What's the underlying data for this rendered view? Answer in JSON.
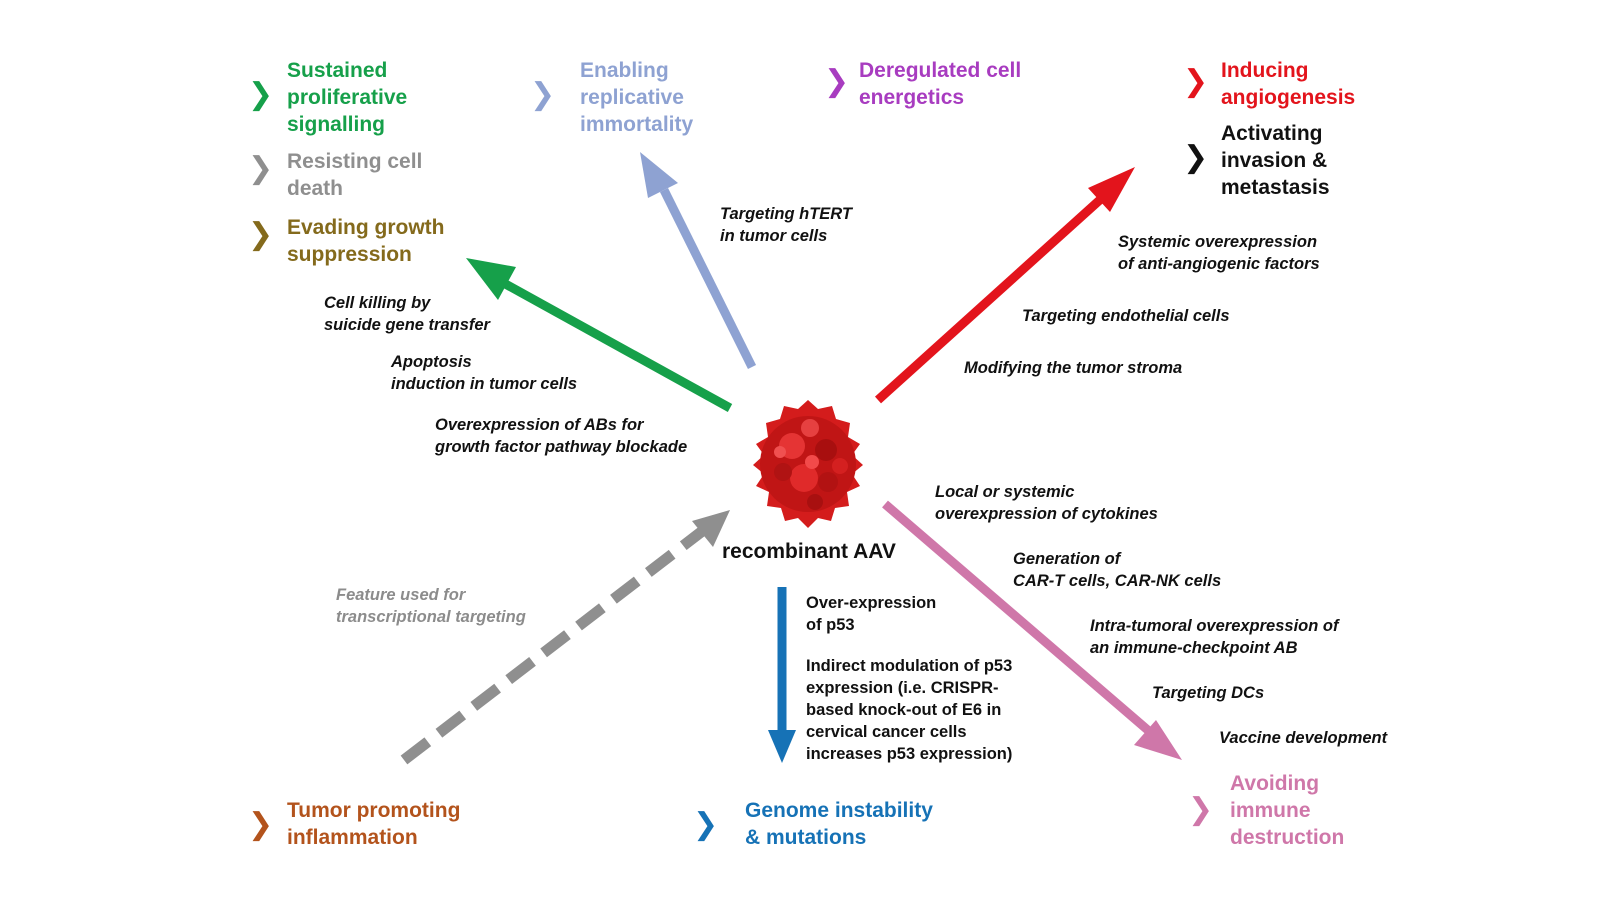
{
  "colors": {
    "green": "#16a04a",
    "grey": "#8f8f8f",
    "olive": "#846a1c",
    "lavender": "#8ea2d2",
    "purple": "#a83cc0",
    "red": "#e3141c",
    "black": "#111111",
    "orange": "#b3531c",
    "blue": "#1672b6",
    "pink": "#cf77a9",
    "virus": "#d41c1c"
  },
  "center": {
    "label": "recombinant AAV",
    "icon": "aav-virus-particle-icon"
  },
  "hallmarks": {
    "sustained": {
      "text": "Sustained\nproliferative\nsignalling",
      "icon": "chevron-right-icon"
    },
    "resisting": {
      "text": "Resisting cell\ndeath",
      "icon": "chevron-right-icon"
    },
    "evading": {
      "text": "Evading growth\nsuppression",
      "icon": "chevron-right-icon"
    },
    "replicative": {
      "text": "Enabling\nreplicative\nimmortality",
      "icon": "chevron-right-icon"
    },
    "energetics": {
      "text": "Deregulated cell\nenergetics",
      "icon": "chevron-right-icon"
    },
    "angiogenesis": {
      "text": "Inducing\nangiogenesis",
      "icon": "chevron-right-icon"
    },
    "invasion": {
      "text": "Activating\ninvasion &\nmetastasis",
      "icon": "chevron-right-icon"
    },
    "inflammation": {
      "text": "Tumor promoting\ninflammation",
      "icon": "chevron-right-icon"
    },
    "genome": {
      "text": "Genome instability\n&  mutations",
      "icon": "chevron-right-icon"
    },
    "immune": {
      "text": "Avoiding\nimmune\ndestruction",
      "icon": "chevron-right-icon"
    }
  },
  "strategies": {
    "htert": "Targeting hTERT\nin tumor cells",
    "suicide": "Cell killing by\nsuicide gene transfer",
    "apoptosis": "Apoptosis\n induction in tumor cells",
    "abs": "Overexpression of ABs for\ngrowth factor pathway blockade",
    "antiangio": "Systemic overexpression\nof anti-angiogenic factors",
    "endothelial": "Targeting endothelial cells",
    "stroma": "Modifying the tumor stroma",
    "cytokines": "Local or systemic\noverexpression of cytokines",
    "cart": "Generation of\nCAR-T cells, CAR-NK cells",
    "checkpoint": "Intra-tumoral overexpression of\nan immune-checkpoint AB",
    "dcs": "Targeting DCs",
    "vaccine": "Vaccine development",
    "transcriptional": "Feature used for\ntranscriptional targeting",
    "p53_over": "Over-expression\nof p53",
    "p53_indirect": "Indirect modulation of p53\nexpression (i.e. CRISPR-\nbased knock-out of E6 in\ncervical cancer cells\nincreases p53 expression)"
  }
}
